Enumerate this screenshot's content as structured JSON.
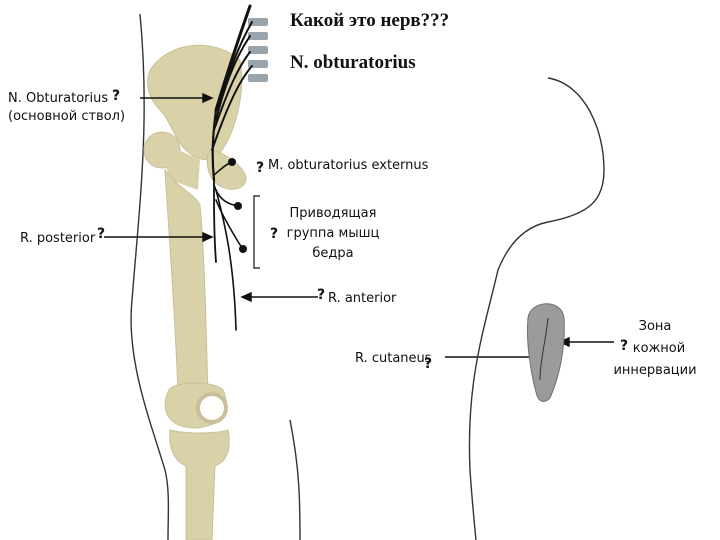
{
  "slide": {
    "question": "Какой это нерв???",
    "answer": "N. obturatorius"
  },
  "labels": {
    "main_trunk_line1": "N. Obturatorius",
    "main_trunk_line2": "(основной ствол)",
    "obturator_externus": "M. obturatorius externus",
    "adductor_line1": "Приводящая",
    "adductor_line2": "группа мышц",
    "adductor_line3": "бедра",
    "r_posterior": "R. posterior",
    "r_anterior": "R. anterior",
    "r_cutaneus": "R. cutaneus",
    "zone_line1": "Зона",
    "zone_line2": "кожной",
    "zone_line3": "иннервации"
  },
  "marks": {
    "question_mark": "?"
  },
  "colors": {
    "bone": "#d9d2a9",
    "bone_outline": "#c9c099",
    "vertebra": "#9aa4ad",
    "nerve": "#111111",
    "skin_zone": "#9b9b9b",
    "skin_zone_outline": "#6f6f6f",
    "outline": "#333333"
  }
}
